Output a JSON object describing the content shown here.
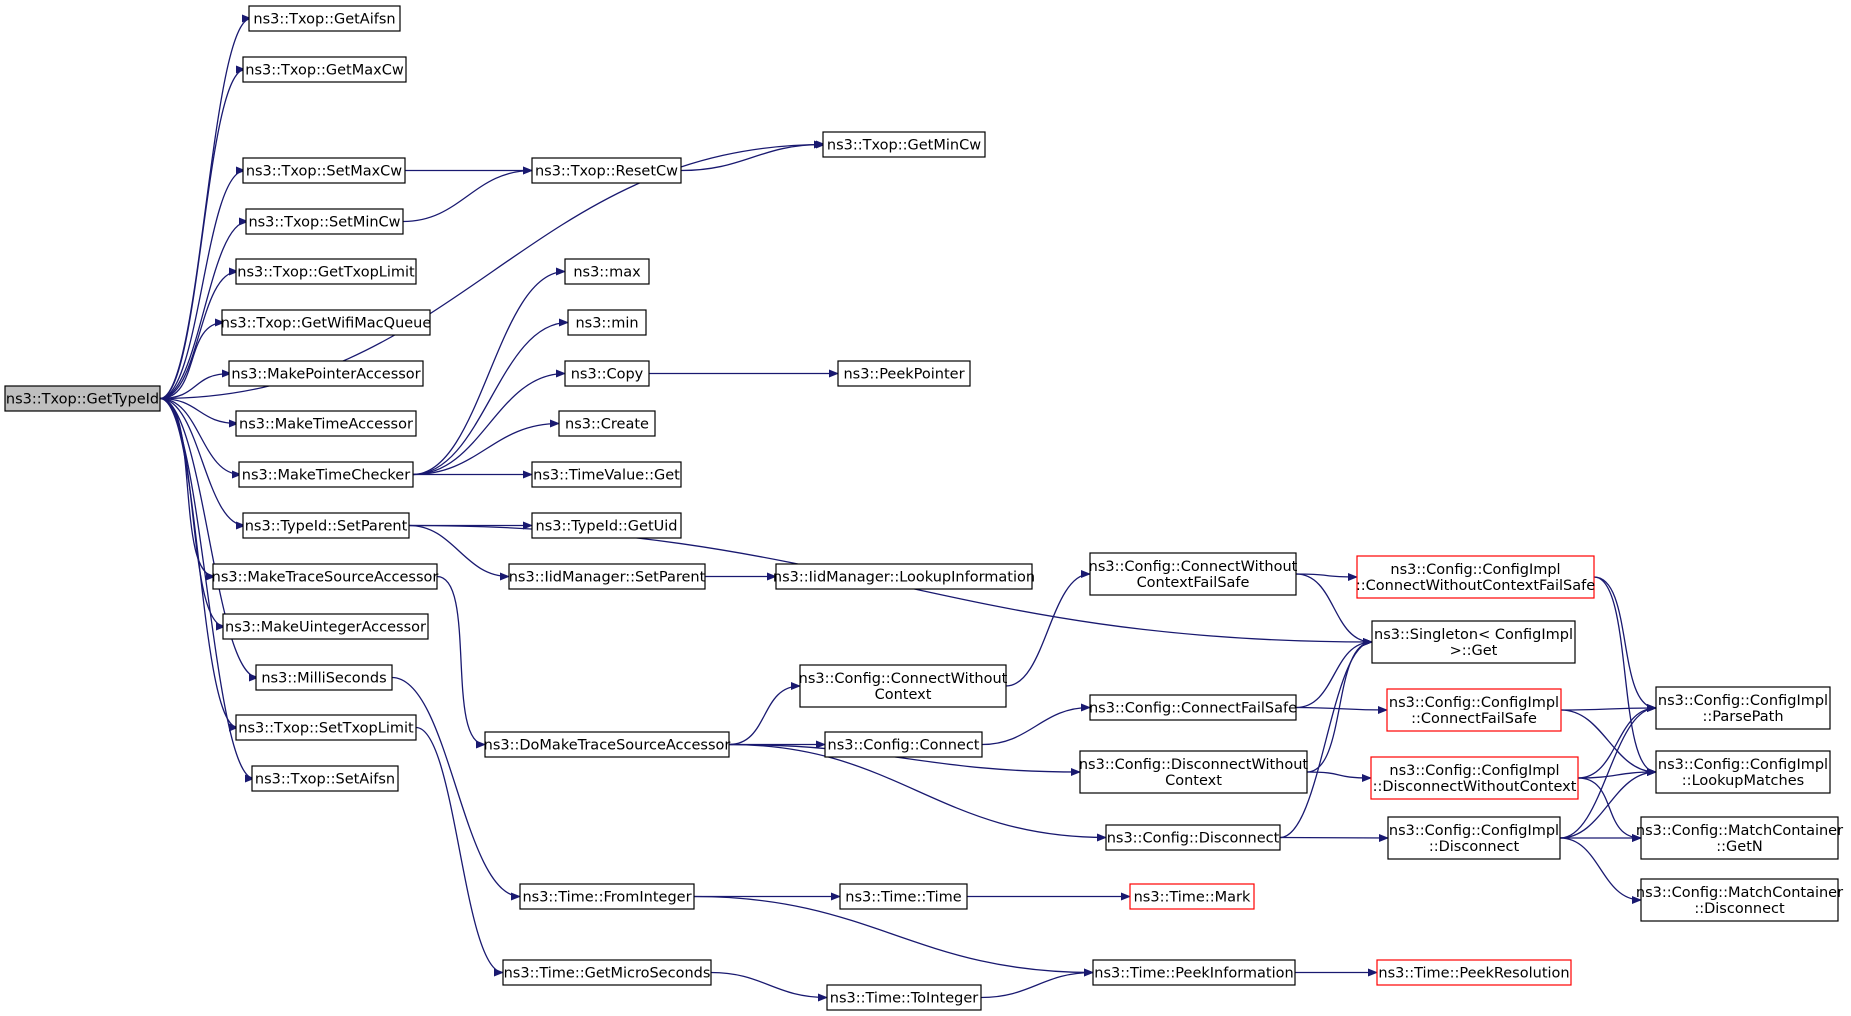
{
  "nodes": [
    {
      "id": "root",
      "lines": [
        "ns3::Txop::GetTypeId"
      ],
      "style": "root"
    },
    {
      "id": "getaifsn",
      "lines": [
        "ns3::Txop::GetAifsn"
      ]
    },
    {
      "id": "getmaxcw",
      "lines": [
        "ns3::Txop::GetMaxCw"
      ]
    },
    {
      "id": "getmincw",
      "lines": [
        "ns3::Txop::GetMinCw"
      ]
    },
    {
      "id": "setmaxcw",
      "lines": [
        "ns3::Txop::SetMaxCw"
      ]
    },
    {
      "id": "resetcw",
      "lines": [
        "ns3::Txop::ResetCw"
      ]
    },
    {
      "id": "setmincw",
      "lines": [
        "ns3::Txop::SetMinCw"
      ]
    },
    {
      "id": "gettxoplimit",
      "lines": [
        "ns3::Txop::GetTxopLimit"
      ]
    },
    {
      "id": "getwifimacqueue",
      "lines": [
        "ns3::Txop::GetWifiMacQueue"
      ]
    },
    {
      "id": "makepointeraccessor",
      "lines": [
        "ns3::MakePointerAccessor"
      ]
    },
    {
      "id": "maketimeaccessor",
      "lines": [
        "ns3::MakeTimeAccessor"
      ]
    },
    {
      "id": "maketimechecker",
      "lines": [
        "ns3::MakeTimeChecker"
      ]
    },
    {
      "id": "max",
      "lines": [
        "ns3::max"
      ]
    },
    {
      "id": "min",
      "lines": [
        "ns3::min"
      ]
    },
    {
      "id": "copy",
      "lines": [
        "ns3::Copy"
      ]
    },
    {
      "id": "peekpointer",
      "lines": [
        "ns3::PeekPointer"
      ]
    },
    {
      "id": "create",
      "lines": [
        "ns3::Create"
      ]
    },
    {
      "id": "timevalueget",
      "lines": [
        "ns3::TimeValue::Get"
      ]
    },
    {
      "id": "typeidsetparent",
      "lines": [
        "ns3::TypeId::SetParent"
      ]
    },
    {
      "id": "typeidgetuid",
      "lines": [
        "ns3::TypeId::GetUid"
      ]
    },
    {
      "id": "maketracesourceaccessor",
      "lines": [
        "ns3::MakeTraceSourceAccessor"
      ]
    },
    {
      "id": "iidsetparent",
      "lines": [
        "ns3::IidManager::SetParent"
      ]
    },
    {
      "id": "iidlookup",
      "lines": [
        "ns3::IidManager::LookupInformation"
      ]
    },
    {
      "id": "makeuintegeraccessor",
      "lines": [
        "ns3::MakeUintegerAccessor"
      ]
    },
    {
      "id": "milliseconds",
      "lines": [
        "ns3::MilliSeconds"
      ]
    },
    {
      "id": "settxoplimit",
      "lines": [
        "ns3::Txop::SetTxopLimit"
      ]
    },
    {
      "id": "setaifsn",
      "lines": [
        "ns3::Txop::SetAifsn"
      ]
    },
    {
      "id": "domaketracesource",
      "lines": [
        "ns3::DoMakeTraceSourceAccessor"
      ]
    },
    {
      "id": "connectwithoutcontext",
      "lines": [
        "ns3::Config::ConnectWithout",
        "Context"
      ]
    },
    {
      "id": "connectwithoutcontextfailsafe",
      "lines": [
        "ns3::Config::ConnectWithout",
        "ContextFailSafe"
      ]
    },
    {
      "id": "cfgimpl_connectwithoutcontextfailsafe",
      "lines": [
        "ns3::Config::ConfigImpl",
        "::ConnectWithoutContextFailSafe"
      ],
      "style": "red"
    },
    {
      "id": "singletonget",
      "lines": [
        "ns3::Singleton< ConfigImpl",
        " >::Get"
      ]
    },
    {
      "id": "configconnect",
      "lines": [
        "ns3::Config::Connect"
      ]
    },
    {
      "id": "connectfailsafe",
      "lines": [
        "ns3::Config::ConnectFailSafe"
      ]
    },
    {
      "id": "cfgimpl_connectfailsafe",
      "lines": [
        "ns3::Config::ConfigImpl",
        "::ConnectFailSafe"
      ],
      "style": "red"
    },
    {
      "id": "parsepath",
      "lines": [
        "ns3::Config::ConfigImpl",
        "::ParsePath"
      ]
    },
    {
      "id": "disconnectwithoutcontext",
      "lines": [
        "ns3::Config::DisconnectWithout",
        "Context"
      ]
    },
    {
      "id": "cfgimpl_disconnectwithoutcontext",
      "lines": [
        "ns3::Config::ConfigImpl",
        "::DisconnectWithoutContext"
      ],
      "style": "red"
    },
    {
      "id": "lookupmatches",
      "lines": [
        "ns3::Config::ConfigImpl",
        "::LookupMatches"
      ]
    },
    {
      "id": "configdisconnect",
      "lines": [
        "ns3::Config::Disconnect"
      ]
    },
    {
      "id": "cfgimpl_disconnect",
      "lines": [
        "ns3::Config::ConfigImpl",
        "::Disconnect"
      ]
    },
    {
      "id": "matchgetn",
      "lines": [
        "ns3::Config::MatchContainer",
        "::GetN"
      ]
    },
    {
      "id": "matchdisconnect",
      "lines": [
        "ns3::Config::MatchContainer",
        "::Disconnect"
      ]
    },
    {
      "id": "fromint",
      "lines": [
        "ns3::Time::FromInteger"
      ]
    },
    {
      "id": "timetime",
      "lines": [
        "ns3::Time::Time"
      ]
    },
    {
      "id": "timemark",
      "lines": [
        "ns3::Time::Mark"
      ],
      "style": "red"
    },
    {
      "id": "peekinformation",
      "lines": [
        "ns3::Time::PeekInformation"
      ]
    },
    {
      "id": "peekresolution",
      "lines": [
        "ns3::Time::PeekResolution"
      ],
      "style": "red"
    },
    {
      "id": "getmicroseconds",
      "lines": [
        "ns3::Time::GetMicroSeconds"
      ]
    },
    {
      "id": "tointeger",
      "lines": [
        "ns3::Time::ToInteger"
      ]
    }
  ],
  "edges": [
    [
      "root",
      "getaifsn"
    ],
    [
      "root",
      "getmaxcw"
    ],
    [
      "root",
      "getmincw"
    ],
    [
      "root",
      "setmaxcw"
    ],
    [
      "root",
      "setmincw"
    ],
    [
      "root",
      "gettxoplimit"
    ],
    [
      "root",
      "getwifimacqueue"
    ],
    [
      "root",
      "makepointeraccessor"
    ],
    [
      "root",
      "maketimeaccessor"
    ],
    [
      "root",
      "maketimechecker"
    ],
    [
      "root",
      "typeidsetparent"
    ],
    [
      "root",
      "maketracesourceaccessor"
    ],
    [
      "root",
      "makeuintegeraccessor"
    ],
    [
      "root",
      "milliseconds"
    ],
    [
      "root",
      "settxoplimit"
    ],
    [
      "root",
      "setaifsn"
    ],
    [
      "setmaxcw",
      "resetcw"
    ],
    [
      "setmincw",
      "resetcw"
    ],
    [
      "resetcw",
      "getmincw"
    ],
    [
      "maketimechecker",
      "max"
    ],
    [
      "maketimechecker",
      "min"
    ],
    [
      "maketimechecker",
      "copy"
    ],
    [
      "maketimechecker",
      "create"
    ],
    [
      "maketimechecker",
      "timevalueget"
    ],
    [
      "copy",
      "peekpointer"
    ],
    [
      "typeidsetparent",
      "typeidgetuid"
    ],
    [
      "typeidsetparent",
      "iidsetparent"
    ],
    [
      "typeidsetparent",
      "singletonget"
    ],
    [
      "iidsetparent",
      "iidlookup"
    ],
    [
      "maketracesourceaccessor",
      "domaketracesource"
    ],
    [
      "milliseconds",
      "fromint"
    ],
    [
      "settxoplimit",
      "getmicroseconds"
    ],
    [
      "domaketracesource",
      "connectwithoutcontext"
    ],
    [
      "domaketracesource",
      "configconnect"
    ],
    [
      "domaketracesource",
      "disconnectwithoutcontext"
    ],
    [
      "domaketracesource",
      "configdisconnect"
    ],
    [
      "connectwithoutcontext",
      "connectwithoutcontextfailsafe"
    ],
    [
      "connectwithoutcontextfailsafe",
      "cfgimpl_connectwithoutcontextfailsafe"
    ],
    [
      "connectwithoutcontextfailsafe",
      "singletonget"
    ],
    [
      "cfgimpl_connectwithoutcontextfailsafe",
      "parsepath"
    ],
    [
      "cfgimpl_connectwithoutcontextfailsafe",
      "lookupmatches"
    ],
    [
      "configconnect",
      "connectfailsafe"
    ],
    [
      "connectfailsafe",
      "singletonget"
    ],
    [
      "connectfailsafe",
      "cfgimpl_connectfailsafe"
    ],
    [
      "cfgimpl_connectfailsafe",
      "parsepath"
    ],
    [
      "cfgimpl_connectfailsafe",
      "lookupmatches"
    ],
    [
      "disconnectwithoutcontext",
      "singletonget"
    ],
    [
      "disconnectwithoutcontext",
      "cfgimpl_disconnectwithoutcontext"
    ],
    [
      "cfgimpl_disconnectwithoutcontext",
      "parsepath"
    ],
    [
      "cfgimpl_disconnectwithoutcontext",
      "lookupmatches"
    ],
    [
      "cfgimpl_disconnectwithoutcontext",
      "matchgetn"
    ],
    [
      "configdisconnect",
      "singletonget"
    ],
    [
      "configdisconnect",
      "cfgimpl_disconnect"
    ],
    [
      "cfgimpl_disconnect",
      "parsepath"
    ],
    [
      "cfgimpl_disconnect",
      "lookupmatches"
    ],
    [
      "cfgimpl_disconnect",
      "matchgetn"
    ],
    [
      "cfgimpl_disconnect",
      "matchdisconnect"
    ],
    [
      "fromint",
      "timetime"
    ],
    [
      "fromint",
      "peekinformation"
    ],
    [
      "timetime",
      "timemark"
    ],
    [
      "peekinformation",
      "peekresolution"
    ],
    [
      "getmicroseconds",
      "tointeger"
    ],
    [
      "tointeger",
      "peekinformation"
    ]
  ],
  "colors": {
    "edge": "#191970",
    "node_border": "#000000",
    "root_fill": "#bfbfbf",
    "red_border": "#ff0000",
    "background": "#ffffff"
  }
}
